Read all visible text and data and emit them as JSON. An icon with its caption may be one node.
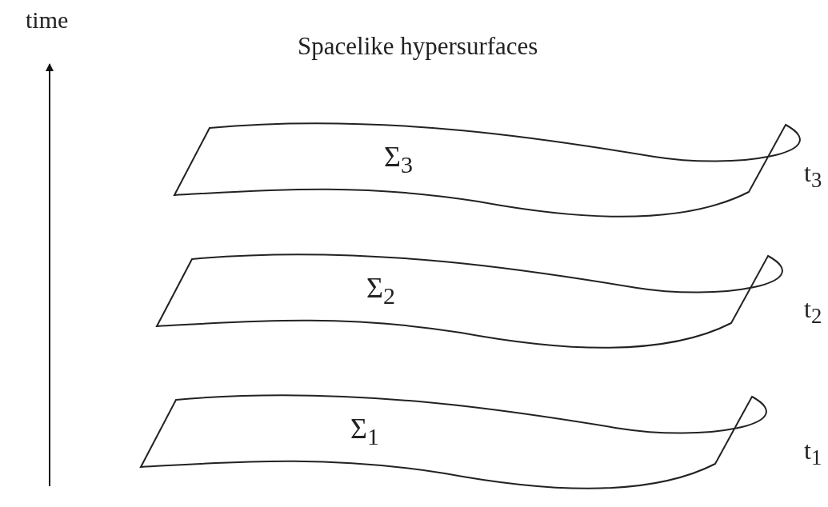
{
  "diagram": {
    "title": "Spacelike hypersurfaces",
    "nodes": [
      {
        "text": [
          "Σ$_{3}$"
        ],
        "beside": [
          "t$_{3}$"
        ]
      },
      {
        "text": [
          "Σ$_{2}$"
        ],
        "beside": [
          "t$_{2}$"
        ]
      },
      {
        "text": [
          "Σ$_{1}$"
        ],
        "beside": [
          "t$_{1}$"
        ]
      }
    ],
    "labels": [
      "time"
    ]
  }
}
